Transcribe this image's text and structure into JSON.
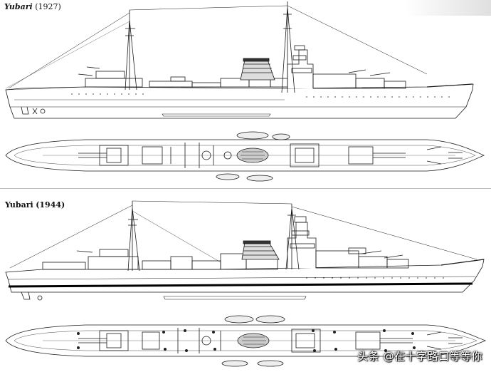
{
  "drawings": [
    {
      "id": "1927",
      "name": "Yubari",
      "year": "(1927)"
    },
    {
      "id": "1944",
      "name": "Yubari",
      "year": "(1944)"
    }
  ],
  "watermark": "头条 @在十字路口等等你",
  "colors": {
    "line": "#1a1a1a",
    "hull_fill": "#ffffff",
    "dark": "#222222",
    "stripe": "#000000"
  }
}
